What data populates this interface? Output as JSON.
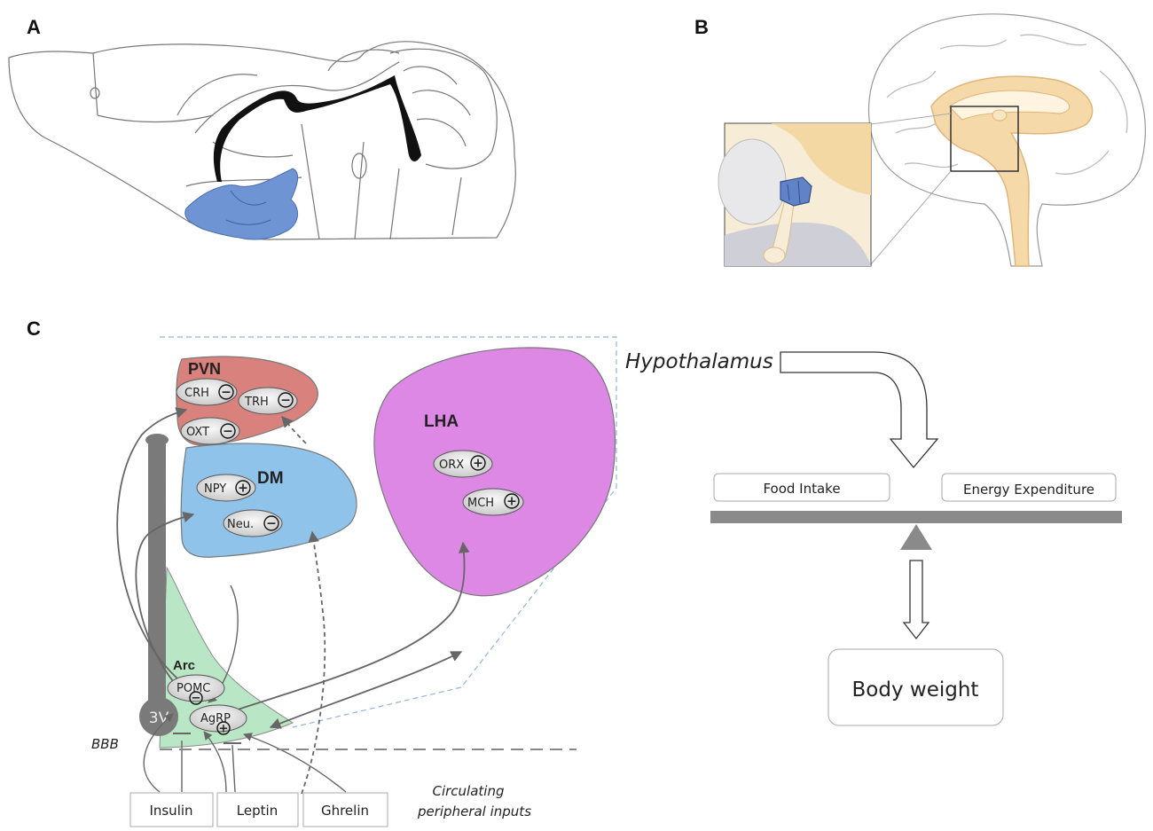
{
  "panels": {
    "a": "A",
    "b": "B",
    "c": "C"
  },
  "regions": {
    "pvn": "PVN",
    "dm": "DM",
    "lha": "LHA",
    "arc": "Arc",
    "third_ventricle": "3V"
  },
  "neurons": {
    "crh": {
      "label": "CRH",
      "sign": "−"
    },
    "trh": {
      "label": "TRH",
      "sign": "−"
    },
    "oxt": {
      "label": "OXT",
      "sign": "−"
    },
    "npy": {
      "label": "NPY",
      "sign": "+"
    },
    "neu": {
      "label": "Neu.",
      "sign": "−"
    },
    "orx": {
      "label": "ORX",
      "sign": "+"
    },
    "mch": {
      "label": "MCH",
      "sign": "+"
    },
    "pomc": {
      "label": "POMC",
      "sign": "−"
    },
    "agrp": {
      "label": "AgRP",
      "sign": "+"
    }
  },
  "labels": {
    "bbb": "BBB",
    "circulating_line1": "Circulating",
    "circulating_line2": "peripheral inputs",
    "hypothalamus": "Hypothalamus"
  },
  "inputs": {
    "insulin": "Insulin",
    "leptin": "Leptin",
    "ghrelin": "Ghrelin"
  },
  "balance": {
    "food_intake": "Food Intake",
    "energy_expenditure": "Energy Expenditure",
    "body_weight": "Body weight"
  },
  "colors": {
    "pvn": "#d9827d",
    "dm": "#8fc3ea",
    "lha": "#dd88e4",
    "arc": "#b9e6c4",
    "mouse_hypothalamus": "#6f94d4",
    "human_brain": "#f5d9a8"
  }
}
